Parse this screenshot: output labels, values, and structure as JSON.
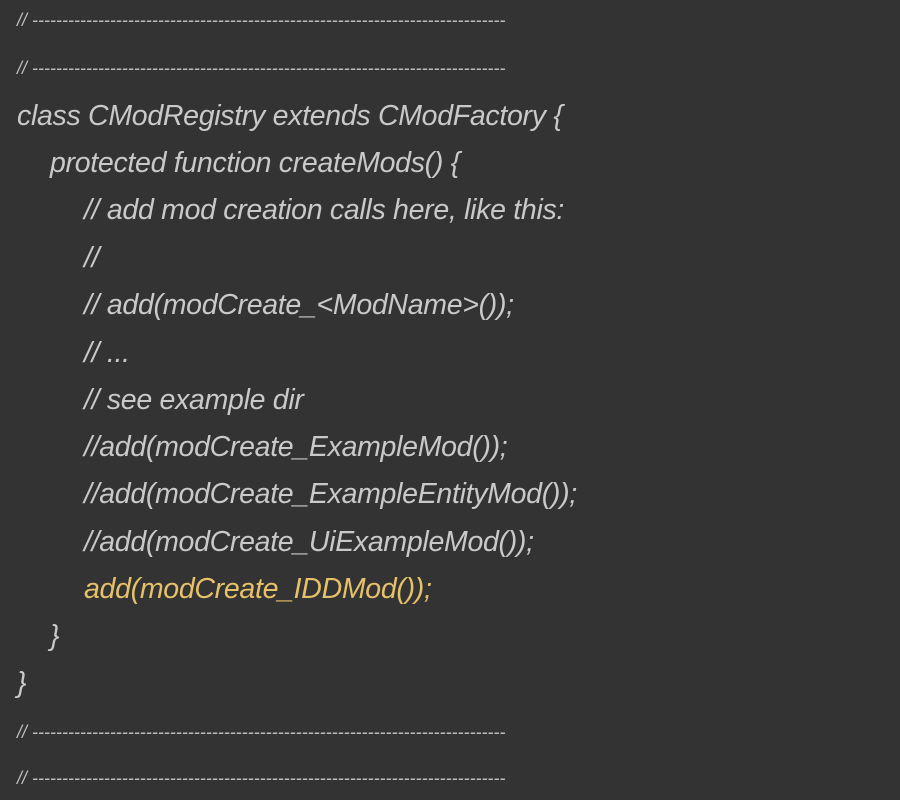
{
  "quote_icon": "quote-icon",
  "colors": {
    "background": "#333333",
    "text": "#c9c9c9",
    "highlight": "#e5c26a"
  },
  "code": {
    "divider_top_1": "// -------------------------------------------------------------------------------",
    "divider_top_2": "// -------------------------------------------------------------------------------",
    "class_decl": "class CModRegistry extends CModFactory {",
    "func_decl": "protected function createMods() {",
    "comment_1": "// add mod creation calls here, like this:",
    "comment_2": "//",
    "comment_3": "// add(modCreate_<ModName>());",
    "comment_4": "// ...",
    "comment_5": "// see example dir",
    "comment_6": "//add(modCreate_ExampleMod());",
    "comment_7": "//add(modCreate_ExampleEntityMod());",
    "comment_8": "//add(modCreate_UiExampleMod());",
    "active_call": "add(modCreate_IDDMod());",
    "func_close": "}",
    "class_close": "}",
    "divider_bottom_1": "// -------------------------------------------------------------------------------",
    "divider_bottom_2": "// -------------------------------------------------------------------------------"
  }
}
